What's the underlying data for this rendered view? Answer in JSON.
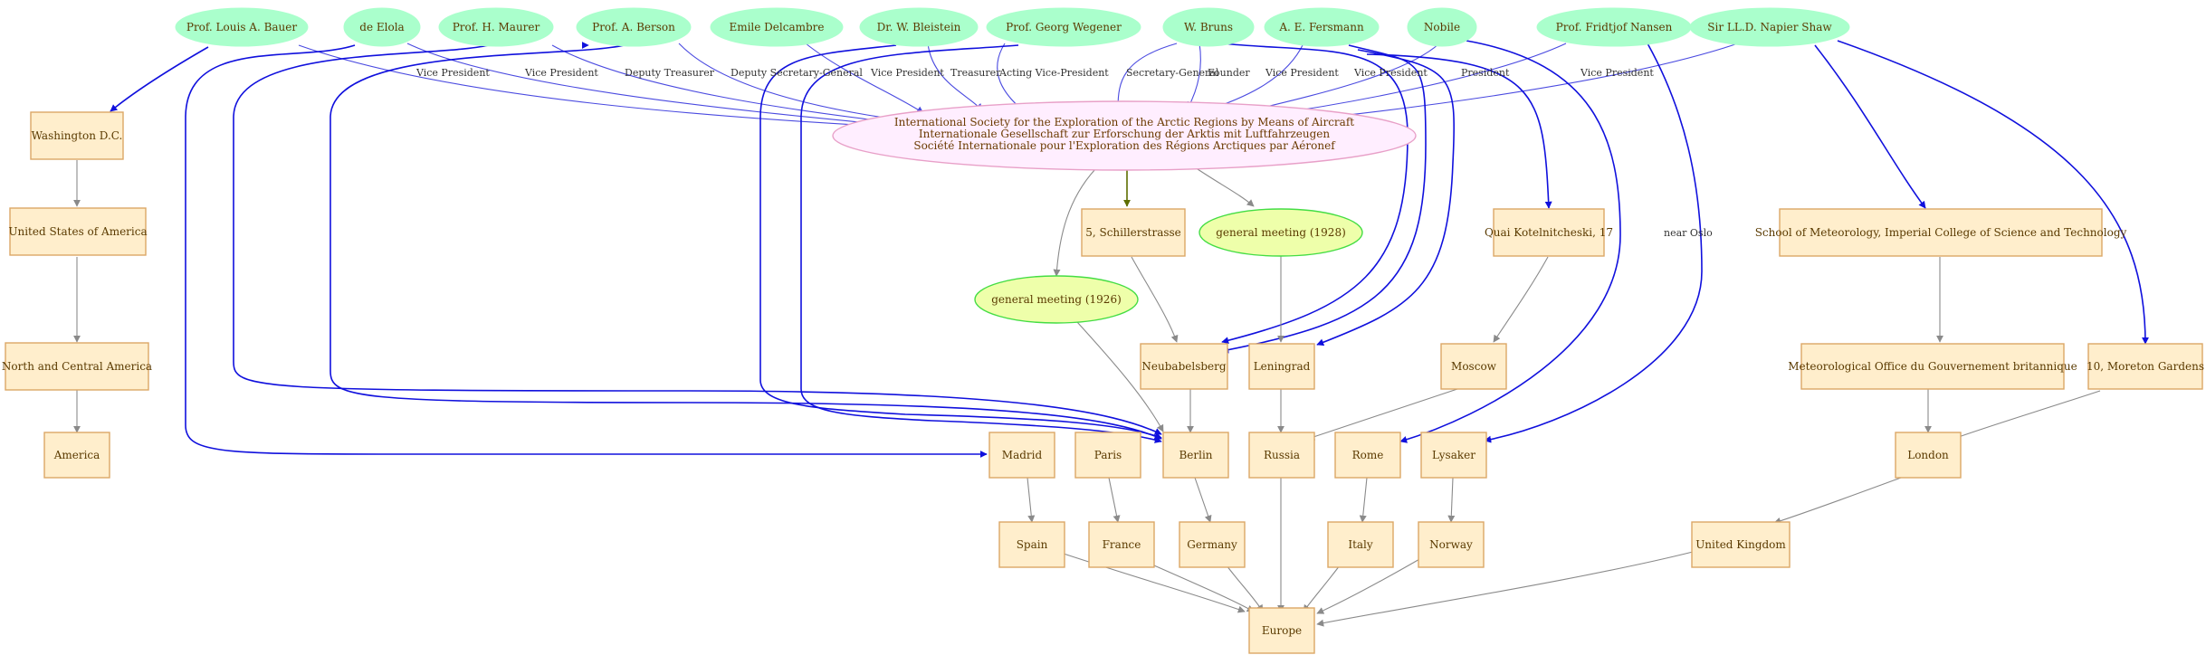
{
  "persons": {
    "bauer": "Prof. Louis A. Bauer",
    "elola": "de Elola",
    "maurer": "Prof. H. Maurer",
    "berson": "Prof. A. Berson",
    "delcambre": "Emile Delcambre",
    "bleistein": "Dr. W. Bleistein",
    "wegener": "Prof. Georg Wegener",
    "bruns": "W. Bruns",
    "fersmann": "A. E. Fersmann",
    "nobile": "Nobile",
    "nansen": "Prof. Fridtjof Nansen",
    "shaw": "Sir LL.D. Napier Shaw"
  },
  "organization": {
    "line1": "International Society for the Exploration of the Arctic Regions by Means of Aircraft",
    "line2": "Internationale Gesellschaft zur Erforschung der Arktis mit Luftfahrzeugen",
    "line3": "Société Internationale pour l'Exploration des Régions Arctiques par Aéronef"
  },
  "meetings": {
    "m1928": "general meeting (1928)",
    "m1926": "general meeting (1926)"
  },
  "places": {
    "washington": "Washington D.C.",
    "usa": "United States of America",
    "nca": "North and Central America",
    "america": "America",
    "schiller": "5, Schillerstrasse",
    "quai": "Quai Kotelnitcheski, 17",
    "school": "School of Meteorology, Imperial College of Science and Technology",
    "neubabelsberg": "Neubabelsberg",
    "leningrad": "Leningrad",
    "moscow": "Moscow",
    "metoffice": "Meteorological Office du Gouvernement britannique",
    "moreton": "10, Moreton Gardens",
    "madrid": "Madrid",
    "paris": "Paris",
    "berlin": "Berlin",
    "russia": "Russia",
    "rome": "Rome",
    "lysaker": "Lysaker",
    "london": "London",
    "spain": "Spain",
    "france": "France",
    "germany": "Germany",
    "italy": "Italy",
    "norway": "Norway",
    "uk": "United Kingdom",
    "europe": "Europe"
  },
  "edge_labels": {
    "bauer_role": "Vice President",
    "elola_role": "Vice President",
    "maurer_role": "Deputy Treasurer",
    "berson_role": "Deputy Secretary-General",
    "delcambre_role": "Vice President",
    "bleistein_role": "Treasurer",
    "wegener_role": "Acting Vice-President",
    "bruns_role": "Secretary-General",
    "bruns_role2": "Founder",
    "fersmann_role": "Vice President",
    "nobile_role": "Vice President",
    "nansen_role": "President",
    "shaw_role": "Vice President",
    "nansen_place": "near Oslo"
  },
  "colors": {
    "person_fill": "#aaffcc",
    "place_fill": "#ffeecc",
    "place_stroke": "#dca766",
    "meeting_fill": "#eeffaa",
    "meeting_stroke": "#44dd44",
    "org_fill": "#ffeeff",
    "org_stroke": "#e8a0c8",
    "edge_blue": "#1010dd",
    "edge_role": "#4a4ae0",
    "edge_gray": "#8a8a8a",
    "edge_olive": "#5e6e00"
  }
}
